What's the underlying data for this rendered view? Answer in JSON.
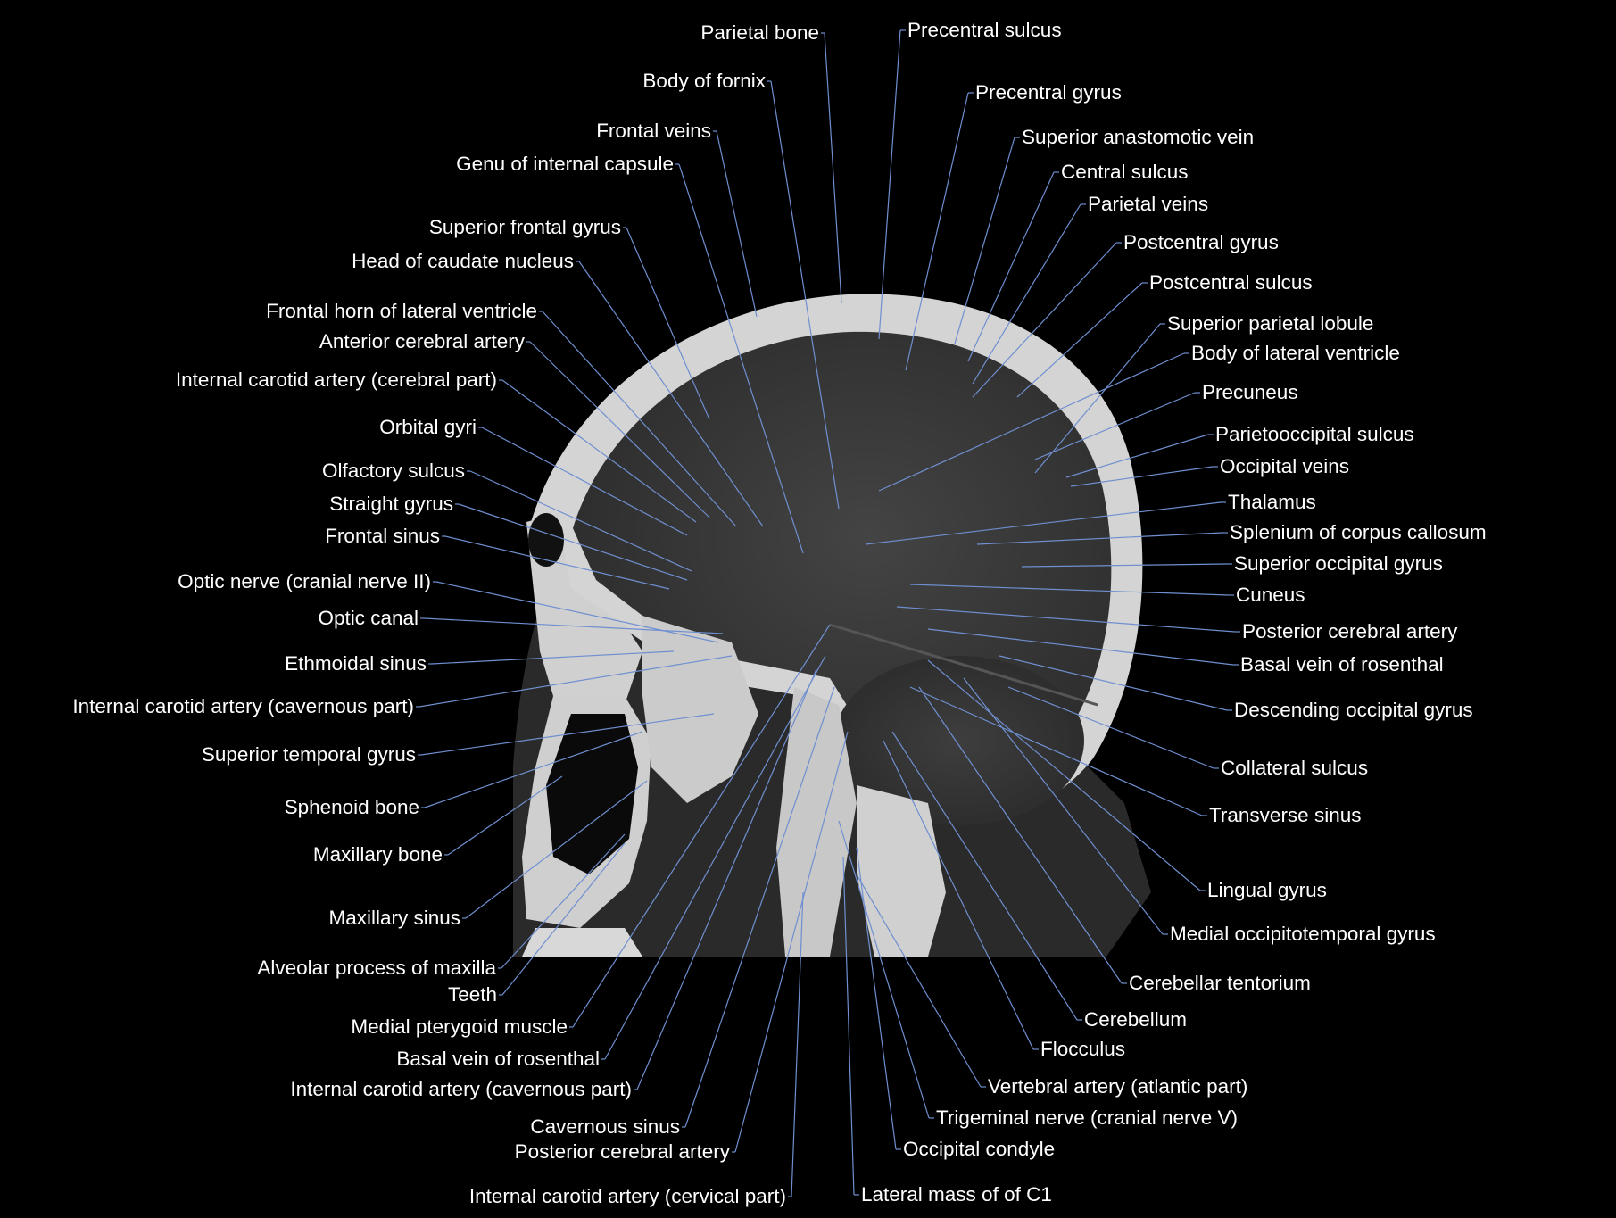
{
  "left_labels": [
    {
      "id": "parietal-bone",
      "text": "Parietal bone"
    },
    {
      "id": "body-of-fornix",
      "text": "Body of fornix"
    },
    {
      "id": "frontal-veins",
      "text": "Frontal veins"
    },
    {
      "id": "genu-of-internal-capsule",
      "text": "Genu of internal capsule"
    },
    {
      "id": "superior-frontal-gyrus",
      "text": "Superior frontal gyrus"
    },
    {
      "id": "head-of-caudate-nucleus",
      "text": "Head of caudate nucleus"
    },
    {
      "id": "frontal-horn-of-lateral-ventricle",
      "text": "Frontal horn of lateral ventricle"
    },
    {
      "id": "anterior-cerebral-artery",
      "text": "Anterior cerebral artery"
    },
    {
      "id": "internal-carotid-artery-cerebral",
      "text": "Internal carotid artery (cerebral part)"
    },
    {
      "id": "orbital-gyri",
      "text": "Orbital gyri"
    },
    {
      "id": "olfactory-sulcus",
      "text": "Olfactory sulcus"
    },
    {
      "id": "straight-gyrus",
      "text": "Straight gyrus"
    },
    {
      "id": "frontal-sinus",
      "text": "Frontal sinus"
    },
    {
      "id": "optic-nerve",
      "text": "Optic nerve (cranial nerve II)"
    },
    {
      "id": "optic-canal",
      "text": "Optic canal"
    },
    {
      "id": "ethmoidal-sinus",
      "text": "Ethmoidal sinus"
    },
    {
      "id": "internal-carotid-artery-cavernous-1",
      "text": "Internal carotid artery (cavernous part)"
    },
    {
      "id": "superior-temporal-gyrus",
      "text": "Superior temporal gyrus"
    },
    {
      "id": "sphenoid-bone",
      "text": "Sphenoid bone"
    },
    {
      "id": "maxillary-bone",
      "text": "Maxillary bone"
    },
    {
      "id": "maxillary-sinus",
      "text": "Maxillary sinus"
    },
    {
      "id": "alveolar-process-of-maxilla",
      "text": "Alveolar process of maxilla"
    },
    {
      "id": "teeth",
      "text": "Teeth"
    },
    {
      "id": "medial-pterygoid-muscle",
      "text": "Medial pterygoid muscle"
    },
    {
      "id": "basal-vein-of-rosenthal-left",
      "text": "Basal vein of rosenthal"
    },
    {
      "id": "internal-carotid-artery-cavernous-2",
      "text": "Internal carotid artery (cavernous part)"
    },
    {
      "id": "cavernous-sinus",
      "text": "Cavernous sinus"
    },
    {
      "id": "posterior-cerebral-artery-left",
      "text": "Posterior cerebral artery"
    },
    {
      "id": "internal-carotid-artery-cervical",
      "text": "Internal carotid artery (cervical part)"
    }
  ],
  "right_labels": [
    {
      "id": "precentral-sulcus",
      "text": "Precentral sulcus"
    },
    {
      "id": "precentral-gyrus",
      "text": "Precentral gyrus"
    },
    {
      "id": "superior-anastomotic-vein",
      "text": "Superior anastomotic vein"
    },
    {
      "id": "central-sulcus",
      "text": "Central sulcus"
    },
    {
      "id": "parietal-veins",
      "text": "Parietal veins"
    },
    {
      "id": "postcentral-gyrus",
      "text": "Postcentral gyrus"
    },
    {
      "id": "postcentral-sulcus",
      "text": "Postcentral sulcus"
    },
    {
      "id": "superior-parietal-lobule",
      "text": "Superior parietal lobule"
    },
    {
      "id": "body-of-lateral-ventricle",
      "text": "Body of lateral ventricle"
    },
    {
      "id": "precuneus",
      "text": "Precuneus"
    },
    {
      "id": "parietooccipital-sulcus",
      "text": "Parietooccipital sulcus"
    },
    {
      "id": "occipital-veins",
      "text": "Occipital veins"
    },
    {
      "id": "thalamus",
      "text": "Thalamus"
    },
    {
      "id": "splenium-of-corpus-callosum",
      "text": "Splenium of corpus callosum"
    },
    {
      "id": "superior-occipital-gyrus",
      "text": "Superior occipital gyrus"
    },
    {
      "id": "cuneus",
      "text": "Cuneus"
    },
    {
      "id": "posterior-cerebral-artery-right",
      "text": "Posterior cerebral artery"
    },
    {
      "id": "basal-vein-of-rosenthal-right",
      "text": "Basal vein of rosenthal"
    },
    {
      "id": "descending-occipital-gyrus",
      "text": "Descending occipital gyrus"
    },
    {
      "id": "collateral-sulcus",
      "text": "Collateral sulcus"
    },
    {
      "id": "transverse-sinus",
      "text": "Transverse sinus"
    },
    {
      "id": "lingual-gyrus",
      "text": "Lingual gyrus"
    },
    {
      "id": "medial-occipitotemporal-gyrus",
      "text": "Medial occipitotemporal gyrus"
    },
    {
      "id": "cerebellar-tentorium",
      "text": "Cerebellar tentorium"
    },
    {
      "id": "cerebellum",
      "text": "Cerebellum"
    },
    {
      "id": "flocculus",
      "text": "Flocculus"
    },
    {
      "id": "vertebral-artery-atlantic",
      "text": "Vertebral artery (atlantic part)"
    },
    {
      "id": "trigeminal-nerve",
      "text": "Trigeminal nerve (cranial nerve V)"
    },
    {
      "id": "occipital-condyle",
      "text": "Occipital condyle"
    },
    {
      "id": "lateral-mass-of-c1",
      "text": "Lateral mass of of C1"
    }
  ],
  "colors": {
    "background": "#000000",
    "label": "#ffffff",
    "leader": "#6f8fd0",
    "bone": "#d6d6d6",
    "brain": "#3b3b3b"
  }
}
